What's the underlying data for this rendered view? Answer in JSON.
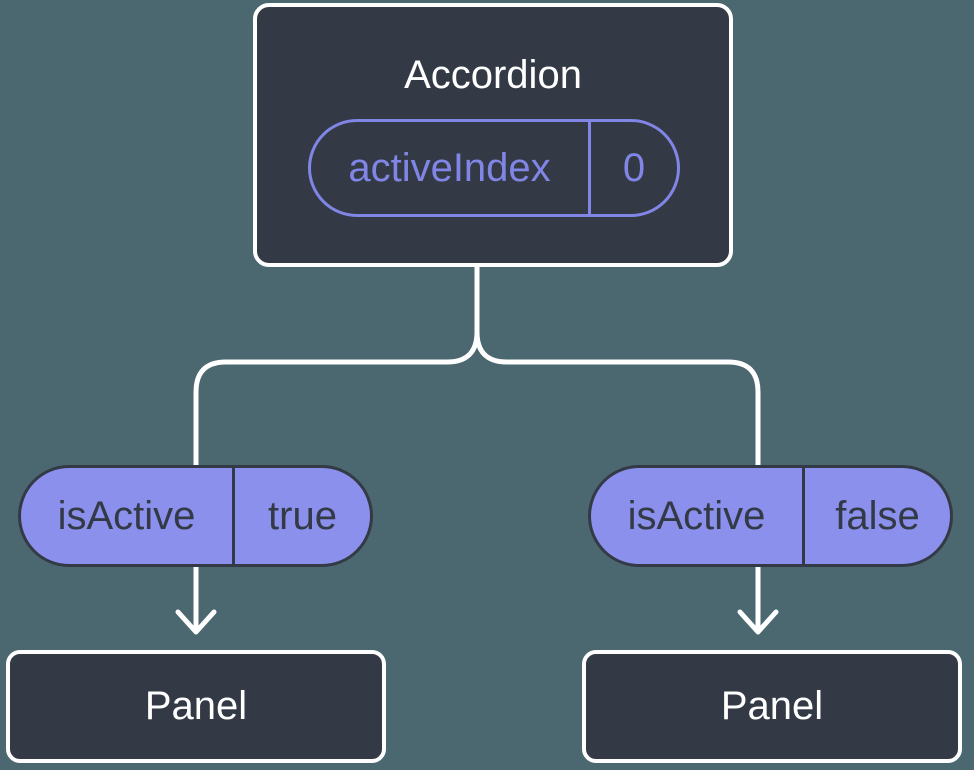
{
  "colors": {
    "background": "#4b6770",
    "node-fill": "#333a46",
    "node-border": "#ffffff",
    "line": "#ffffff",
    "purple-fill": "#8a90ec",
    "purple-stroke": "#8186e6",
    "dark-text": "#333a46",
    "light-text": "#ffffff"
  },
  "diagram": {
    "root": {
      "title": "Accordion",
      "state": {
        "name": "activeIndex",
        "value": "0"
      }
    },
    "children": [
      {
        "prop": {
          "name": "isActive",
          "value": "true"
        },
        "node": {
          "title": "Panel"
        }
      },
      {
        "prop": {
          "name": "isActive",
          "value": "false"
        },
        "node": {
          "title": "Panel"
        }
      }
    ]
  }
}
